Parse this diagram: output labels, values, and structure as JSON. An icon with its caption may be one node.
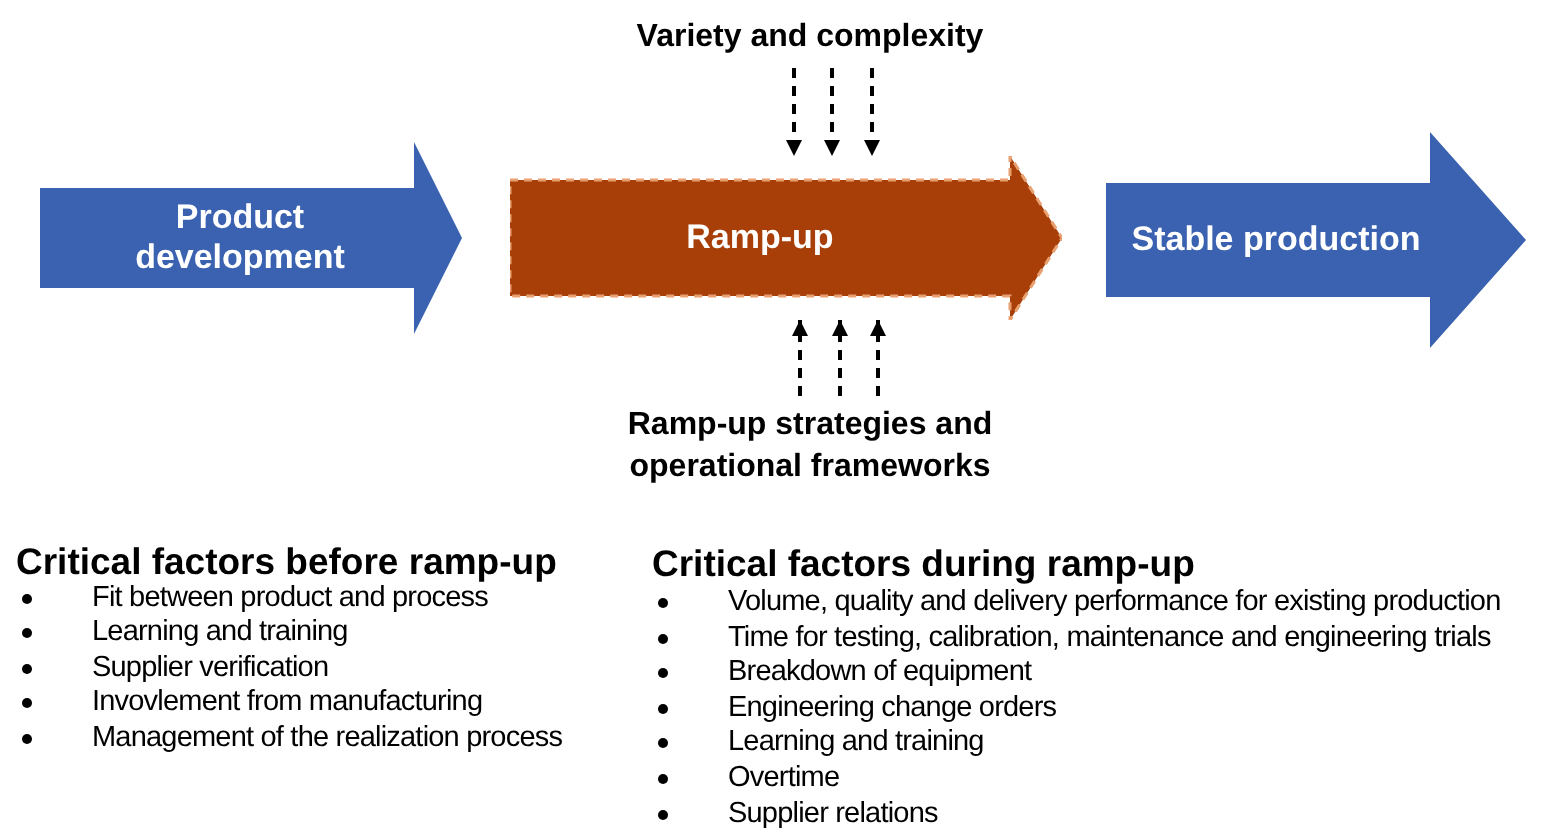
{
  "diagram": {
    "nodes": [
      {
        "text": [
          "Product development"
        ]
      },
      {
        "text": [
          "Ramp-up"
        ]
      },
      {
        "text": [
          "Stable production"
        ]
      },
      {
        "text": [
          "Variety and complexity"
        ]
      },
      {
        "text": [
          "Ramp-up strategies and operational frameworks"
        ]
      }
    ],
    "edges": [
      {
        "from": 3,
        "to": 1,
        "arrow": "to",
        "style": "dashed"
      },
      {
        "from": 3,
        "to": 1,
        "arrow": "to",
        "style": "dashed"
      },
      {
        "from": 3,
        "to": 1,
        "arrow": "to",
        "style": "dashed"
      },
      {
        "from": 4,
        "to": 1,
        "arrow": "to",
        "style": "dashed"
      },
      {
        "from": 4,
        "to": 1,
        "arrow": "to",
        "style": "dashed"
      },
      {
        "from": 4,
        "to": 1,
        "arrow": "to",
        "style": "dashed"
      }
    ],
    "labels": [
      "Critical factors before ramp-up",
      "Fit between product and process",
      "Learning and training",
      "Supplier verification",
      "Invovlement from manufacturing",
      "Management of the realization process",
      "Critical factors during ramp-up",
      "Volume, quality and delivery performance for existing production",
      "Time for testing, calibration, maintenance and engineering trials",
      "Breakdown of equipment",
      "Engineering change orders",
      "Learning and training",
      "Overtime",
      "Supplier relations"
    ]
  }
}
